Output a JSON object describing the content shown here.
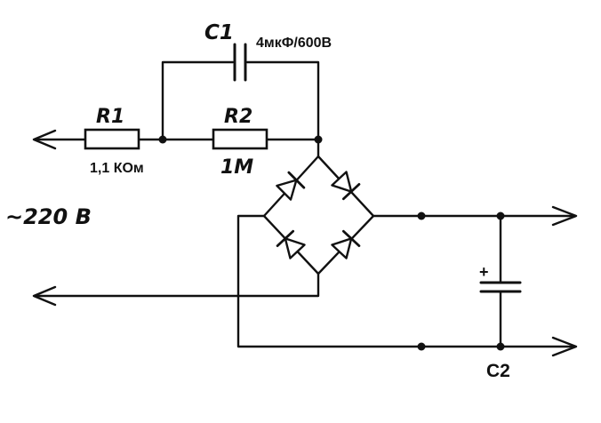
{
  "labels": {
    "c1": "C1",
    "c1_value": "4мкФ/600В",
    "r1": "R1",
    "r1_value": "1,1 КОм",
    "r2": "R2",
    "r2_value": "1M",
    "mains": "~220 В",
    "c2": "C2",
    "c2_polarity": "+"
  }
}
